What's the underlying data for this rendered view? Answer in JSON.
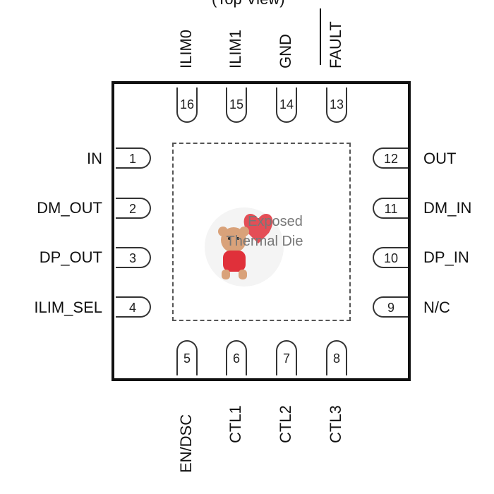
{
  "view_label": "(Top View)",
  "exposed_pad": {
    "line1": "Exposed",
    "line2": "Thermal Die"
  },
  "pins": {
    "left": [
      {
        "num": "1",
        "name": "IN"
      },
      {
        "num": "2",
        "name": "DM_OUT"
      },
      {
        "num": "3",
        "name": "DP_OUT"
      },
      {
        "num": "4",
        "name": "ILIM_SEL"
      }
    ],
    "bottom": [
      {
        "num": "5",
        "name": "EN/DSC"
      },
      {
        "num": "6",
        "name": "CTL1"
      },
      {
        "num": "7",
        "name": "CTL2"
      },
      {
        "num": "8",
        "name": "CTL3"
      }
    ],
    "right": [
      {
        "num": "9",
        "name": "N/C"
      },
      {
        "num": "10",
        "name": "DP_IN"
      },
      {
        "num": "11",
        "name": "DM_IN"
      },
      {
        "num": "12",
        "name": "OUT"
      }
    ],
    "top": [
      {
        "num": "13",
        "name": "FAULT"
      },
      {
        "num": "14",
        "name": "GND"
      },
      {
        "num": "15",
        "name": "ILIM1"
      },
      {
        "num": "16",
        "name": "ILIM0"
      }
    ]
  },
  "colors": {
    "outline": "#111111",
    "pad_dash": "#555555",
    "sticker_heart": "#e0303a"
  }
}
